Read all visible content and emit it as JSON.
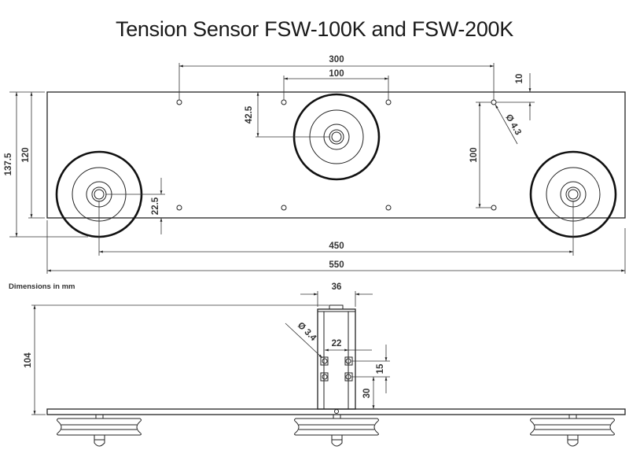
{
  "title": "Tension Sensor FSW-100K and FSW-200K",
  "units_note": "Dimensions in mm",
  "top_view": {
    "dimensions": {
      "hole_spacing_outer": "300",
      "hole_spacing_inner": "100",
      "hole_edge_offset": "10",
      "hole_diameter": "Ø 4.3",
      "hole_vertical_spacing": "100",
      "center_roller_offset": "42.5",
      "total_height_with_roller": "137.5",
      "plate_height": "120",
      "outer_roller_offset": "22.5",
      "roller_spacing": "450",
      "total_length": "550"
    }
  },
  "side_view": {
    "dimensions": {
      "sensor_width": "36",
      "mount_hole_diameter": "Ø 3.4",
      "mount_hole_spacing_horizontal": "22",
      "mount_hole_spacing_vertical": "15",
      "mount_hole_height": "30",
      "total_height": "104"
    }
  }
}
